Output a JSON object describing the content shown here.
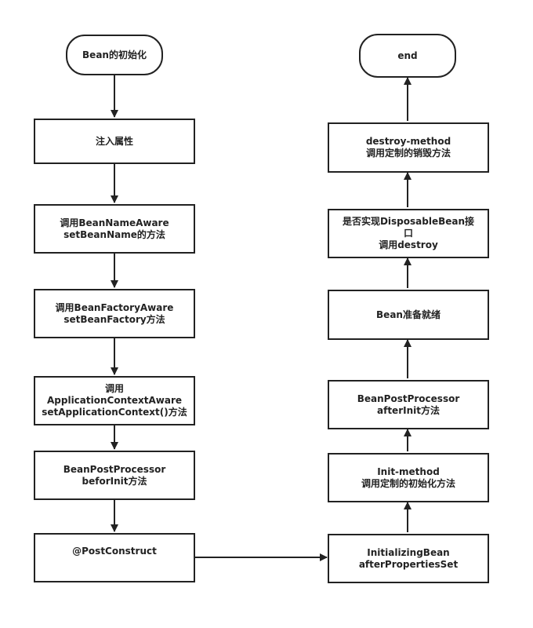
{
  "diagram": {
    "line_color": "#222222",
    "fill_color": "#ffffff",
    "nodes": {
      "start": [
        "Bean的初始化"
      ],
      "inject": [
        "注入属性"
      ],
      "name_aware": [
        "调用BeanNameAware",
        "setBeanName的方法"
      ],
      "factory_aware": [
        "调用BeanFactoryAware",
        "setBeanFactory方法"
      ],
      "context_aware": [
        "调用",
        "ApplicationContextAware",
        "setApplicationContext()方法"
      ],
      "bpp_before": [
        "BeanPostProcessor",
        "beforInit方法"
      ],
      "post_construct": [
        "@PostConstruct"
      ],
      "initializing_bean": [
        "InitializingBean",
        "afterPropertiesSet"
      ],
      "init_method": [
        "Init-method",
        "调用定制的初始化方法"
      ],
      "bpp_after": [
        "BeanPostProcessor",
        "afterInit方法"
      ],
      "bean_ready": [
        "Bean准备就绪"
      ],
      "disposable": [
        "是否实现DisposableBean接",
        "口",
        "调用destroy"
      ],
      "destroy_method": [
        "destroy-method",
        "调用定制的销毁方法"
      ],
      "end": [
        "end"
      ]
    }
  }
}
